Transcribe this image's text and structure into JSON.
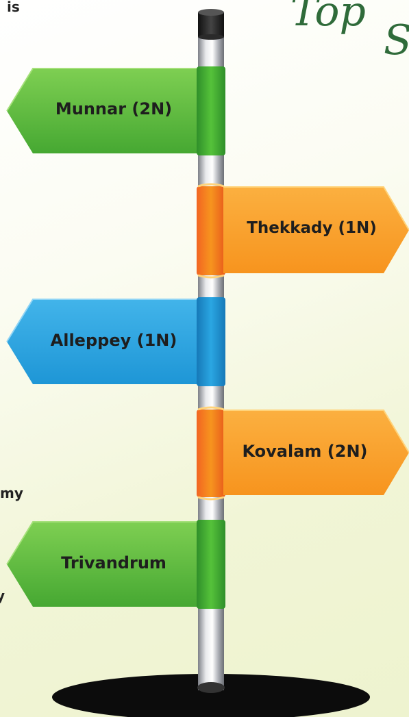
{
  "clipped_text": {
    "top": "is",
    "middle": "my",
    "lower": "y"
  },
  "heading": {
    "first": "Top",
    "second": "S"
  },
  "signs": [
    {
      "label": "Munnar (2N)",
      "direction": "left",
      "color": "green"
    },
    {
      "label": "Thekkady (1N)",
      "direction": "right",
      "color": "orange"
    },
    {
      "label": "Alleppey (1N)",
      "direction": "left",
      "color": "blue"
    },
    {
      "label": "Kovalam (2N)",
      "direction": "right",
      "color": "orange"
    },
    {
      "label": "Trivandrum",
      "direction": "left",
      "color": "green"
    }
  ],
  "colors": {
    "green": "#5cbd3f",
    "orange": "#f7941e",
    "blue": "#29a3e0",
    "pole": "#b9bcc2",
    "heading": "#2f6b3a"
  }
}
